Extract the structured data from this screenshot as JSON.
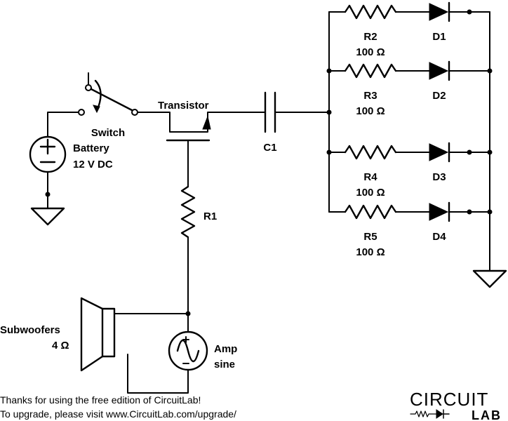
{
  "labels": {
    "switch": "Switch",
    "battery_name": "Battery",
    "battery_value": "12 V DC",
    "transistor": "Transistor",
    "c1": "C1",
    "r1": "R1",
    "r2": "R2",
    "r2_value": "100 Ω",
    "r3": "R3",
    "r3_value": "100 Ω",
    "r4": "R4",
    "r4_value": "100 Ω",
    "r5": "R5",
    "r5_value": "100 Ω",
    "d1": "D1",
    "d2": "D2",
    "d3": "D3",
    "d4": "D4",
    "subwoofers_name": "Subwoofers",
    "subwoofers_value": "4 Ω",
    "amp_name": "Amp",
    "amp_value": "sine"
  },
  "footer": {
    "line1": "Thanks for using the free edition of CircuitLab!",
    "line2": "To upgrade, please visit www.CircuitLab.com/upgrade/"
  },
  "logo": {
    "top": "CIRCUIT",
    "bottom": "LAB"
  }
}
